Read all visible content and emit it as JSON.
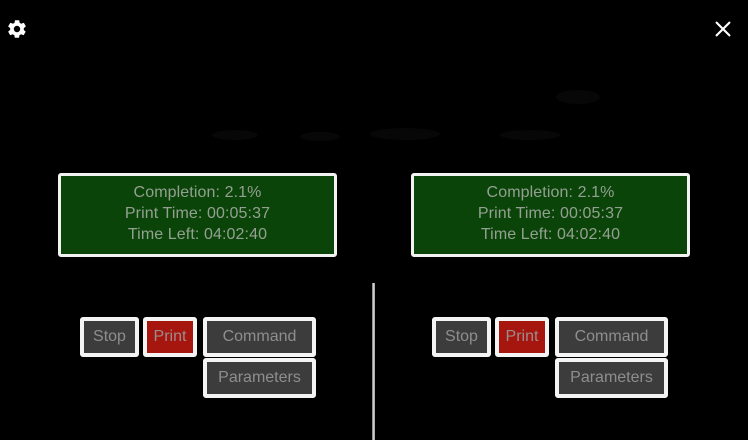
{
  "app": {
    "background_color": "#000000",
    "settings_icon": "gear-icon",
    "close_icon": "close-icon"
  },
  "divider": {
    "orientation": "vertical",
    "color": "#d8d8d8"
  },
  "printers": [
    {
      "id": "printer-left",
      "status": {
        "background_color": "#0b4409",
        "border_color": "#f2f2f2",
        "text_color": "#93a091",
        "lines": [
          "Completion: 2.1%",
          "Print Time: 00:05:37",
          "Time Left: 04:02:40"
        ],
        "completion_label": "Completion:",
        "completion_value": "2.1%",
        "print_time_label": "Print Time:",
        "print_time_value": "00:05:37",
        "time_left_label": "Time Left:",
        "time_left_value": "04:02:40"
      },
      "buttons": {
        "stop": "Stop",
        "print": "Print",
        "command": "Command",
        "parameters": "Parameters"
      }
    },
    {
      "id": "printer-right",
      "status": {
        "background_color": "#0b4409",
        "border_color": "#f2f2f2",
        "text_color": "#93a091",
        "lines": [
          "Completion: 2.1%",
          "Print Time: 00:05:37",
          "Time Left: 04:02:40"
        ],
        "completion_label": "Completion:",
        "completion_value": "2.1%",
        "print_time_label": "Print Time:",
        "print_time_value": "00:05:37",
        "time_left_label": "Time Left:",
        "time_left_value": "04:02:40"
      },
      "buttons": {
        "stop": "Stop",
        "print": "Print",
        "command": "Command",
        "parameters": "Parameters"
      }
    }
  ],
  "colors": {
    "button_fill": "#3c3c3c",
    "button_border": "#f4f4f4",
    "button_text": "#8e8e8e",
    "print_button_fill": "#a7150f"
  }
}
